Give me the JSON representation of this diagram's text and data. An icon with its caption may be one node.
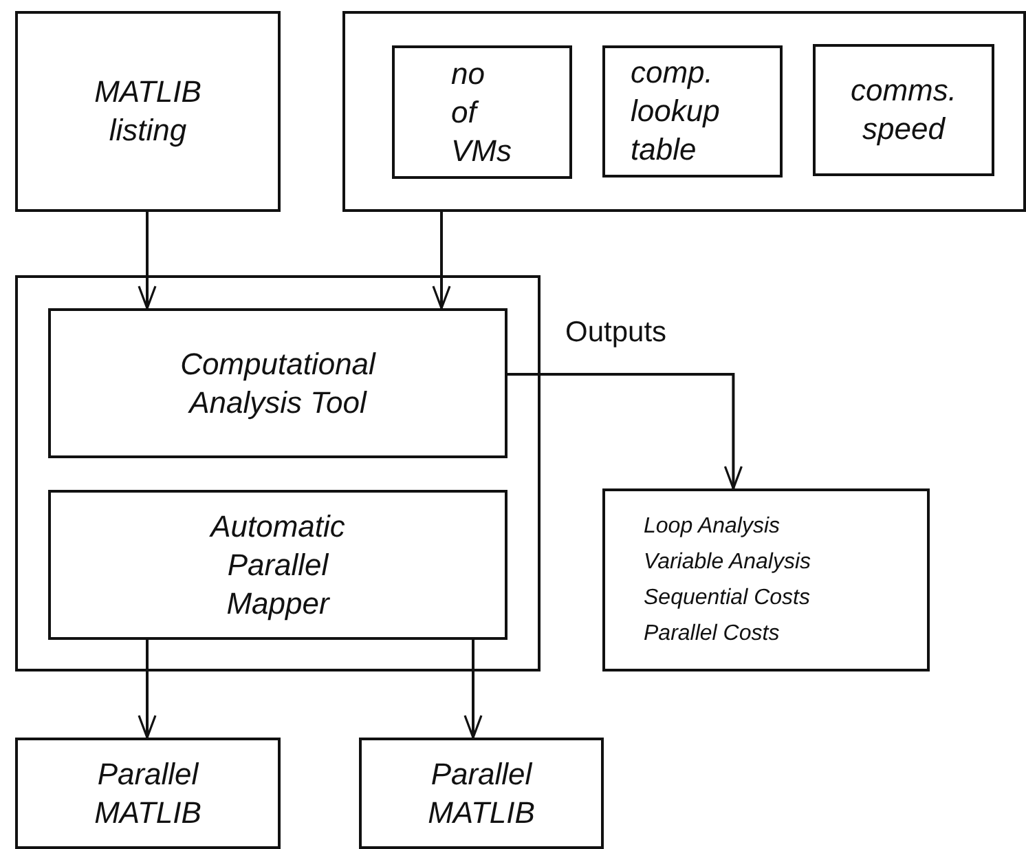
{
  "diagram": {
    "nodes": [
      {
        "text": [
          "MATLIB listing"
        ]
      },
      {
        "text": [],
        "shape": "box"
      },
      {
        "text": [
          "no of VMs"
        ],
        "in": 1
      },
      {
        "text": [
          "comp. lookup table"
        ],
        "in": 1
      },
      {
        "text": [
          "comms. speed"
        ],
        "in": 1
      },
      {
        "text": [],
        "shape": "box"
      },
      {
        "text": [
          "Computational Analysis Tool"
        ],
        "in": 5
      },
      {
        "text": [
          "Automatic Parallel Mapper"
        ],
        "in": 5
      },
      {
        "text": [
          "Loop Analysis",
          "Variable Analysis",
          "Sequential Costs",
          "Parallel Costs"
        ]
      },
      {
        "text": [
          "Parallel MATLIB"
        ]
      },
      {
        "text": [
          "Parallel MATLIB"
        ]
      }
    ],
    "edges": [
      {
        "from": 0,
        "to": 6,
        "arrow": "to"
      },
      {
        "from": 1,
        "to": 6,
        "arrow": "to"
      },
      {
        "from": 6,
        "to": 8,
        "arrow": "to",
        "label": "Outputs"
      },
      {
        "from": 7,
        "to": 9,
        "arrow": "to"
      },
      {
        "from": 7,
        "to": 10,
        "arrow": "to"
      }
    ]
  }
}
